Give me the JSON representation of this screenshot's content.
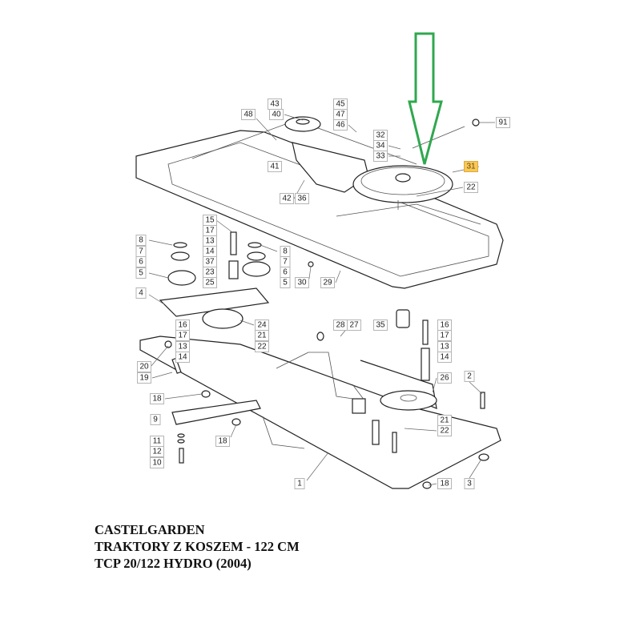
{
  "caption": {
    "brand": "CASTELGARDEN",
    "line2": "TRAKTORY Z KOSZEM - 122 CM",
    "line3": "TCP 20/122 HYDRO (2004)"
  },
  "highlight": {
    "part": "31",
    "color": "#f7c85a",
    "arrow_color": "#2fa84f"
  },
  "labels": {
    "l43": "43",
    "l40": "40",
    "l48": "48",
    "l45": "45",
    "l47": "47",
    "l46": "46",
    "l32": "32",
    "l34": "34",
    "l33": "33",
    "l91": "91",
    "l41": "41",
    "l42": "42",
    "l36": "36",
    "l31": "31",
    "l22a": "22",
    "l15": "15",
    "l17a": "17",
    "l13a": "13",
    "l14a": "14",
    "l37": "37",
    "l23": "23",
    "l25": "25",
    "l8a": "8",
    "l7a": "7",
    "l6a": "6",
    "l5a": "5",
    "l8b": "8",
    "l7b": "7",
    "l6b": "6",
    "l5b": "5",
    "l30": "30",
    "l29": "29",
    "l4": "4",
    "l16a": "16",
    "l17b": "17",
    "l13b": "13",
    "l14b": "14",
    "l24": "24",
    "l21a": "21",
    "l22b": "22",
    "l28": "28",
    "l27": "27",
    "l35": "35",
    "l16b": "16",
    "l17c": "17",
    "l13c": "13",
    "l14c": "14",
    "l26": "26",
    "l2": "2",
    "l21b": "21",
    "l22c": "22",
    "l20": "20",
    "l19": "19",
    "l18a": "18",
    "l9": "9",
    "l11": "11",
    "l12": "12",
    "l10": "10",
    "l18b": "18",
    "l1": "1",
    "l18c": "18",
    "l3": "3"
  }
}
